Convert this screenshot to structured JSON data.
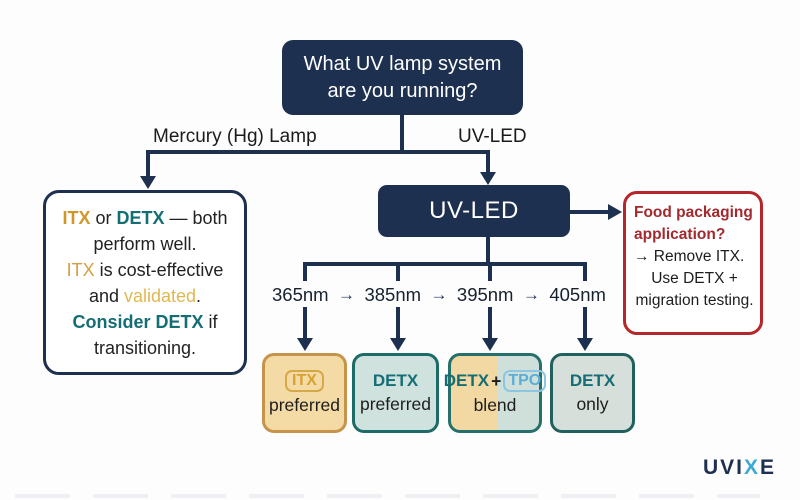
{
  "colors": {
    "navy": "#1e3050",
    "red_border": "#b4272b",
    "red_text": "#a22a2e",
    "gold": "#d8a232",
    "gold_light": "#e0b84f",
    "teal": "#156e74",
    "tan_fill": "#f4daa5",
    "teal_fill": "#cfe2de",
    "grey_teal_fill": "#d7dfdb",
    "tpo_blue": "#58aed8",
    "logo_accent": "#3fa9d6"
  },
  "top_box": {
    "line1": "What UV lamp system",
    "line2": "are you running?"
  },
  "branches": {
    "left_label": "Mercury (Hg) Lamp",
    "right_label": "UV-LED"
  },
  "left_box": {
    "lines": [
      [
        {
          "t": "ITX",
          "cls": "c-gold-b"
        },
        {
          "t": " or ",
          "cls": "c-dark"
        },
        {
          "t": "DETX",
          "cls": "c-teal-b"
        },
        {
          "t": " — both",
          "cls": "c-dark"
        }
      ],
      [
        {
          "t": "perform well.",
          "cls": "c-dark"
        }
      ],
      [
        {
          "t": "ITX",
          "cls": "c-gold"
        },
        {
          "t": " is cost-effective",
          "cls": "c-dark"
        }
      ],
      [
        {
          "t": "and ",
          "cls": "c-dark"
        },
        {
          "t": "validated",
          "cls": "c-goldlight"
        },
        {
          "t": ".",
          "cls": "c-dark"
        }
      ],
      [
        {
          "t": "Consider DETX",
          "cls": "c-teal-b"
        },
        {
          "t": " if",
          "cls": "c-dark"
        }
      ],
      [
        {
          "t": "transitioning.",
          "cls": "c-dark"
        }
      ]
    ]
  },
  "uvled_box": {
    "label": "UV-LED"
  },
  "food_box": {
    "title_line1": "Food packaging",
    "title_line2": "application?",
    "line3": "→ Remove ITX.",
    "line4": "Use DETX +",
    "line5": "migration testing."
  },
  "wavelengths": {
    "labels": [
      "365nm",
      "385nm",
      "395nm",
      "405nm"
    ],
    "separator": "→"
  },
  "outcomes": {
    "box1": {
      "chem": "ITX",
      "label": "preferred"
    },
    "box2": {
      "chem": "DETX",
      "label": "preferred"
    },
    "box3": {
      "chem": "DETX",
      "plus": "+",
      "additive": "TPO",
      "label": "blend"
    },
    "box4": {
      "chem": "DETX",
      "label": "only"
    }
  },
  "logo": {
    "prefix": "UVI",
    "accent": "X",
    "suffix": "E"
  }
}
